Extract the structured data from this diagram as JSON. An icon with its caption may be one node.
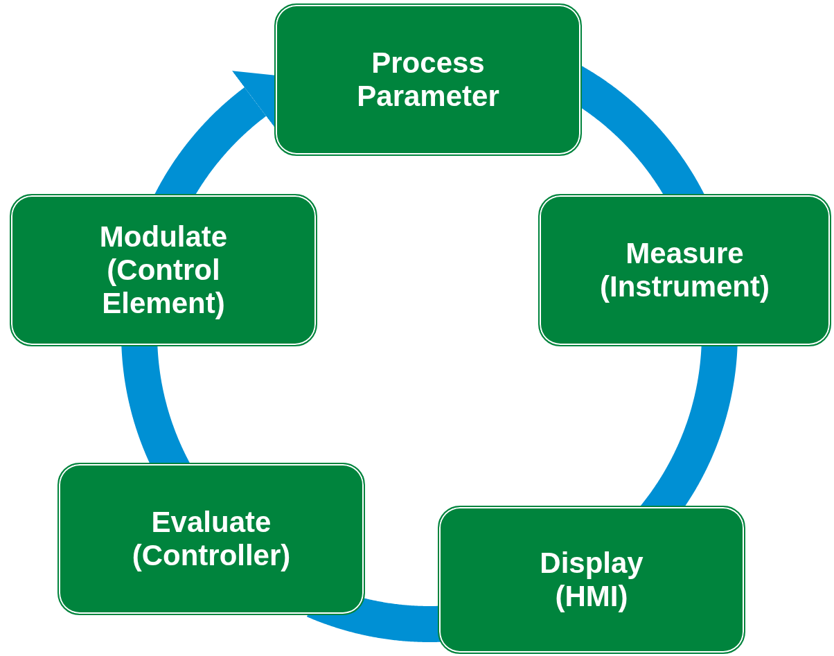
{
  "diagram": {
    "nodes": [
      {
        "text": [
          "Process Parameter"
        ]
      },
      {
        "text": [
          "Modulate (Control Element)"
        ]
      },
      {
        "text": [
          "Measure (Instrument)"
        ]
      },
      {
        "text": [
          "Evaluate (Controller)"
        ]
      },
      {
        "text": [
          "Display (HMI)"
        ]
      }
    ],
    "edges": [
      {
        "from": 0,
        "to": 2,
        "arrow": "none"
      },
      {
        "from": 2,
        "to": 4,
        "arrow": "none"
      },
      {
        "from": 4,
        "to": 3,
        "arrow": "none"
      },
      {
        "from": 3,
        "to": 1,
        "arrow": "none"
      },
      {
        "from": 1,
        "to": 0,
        "arrow": "to"
      }
    ]
  }
}
